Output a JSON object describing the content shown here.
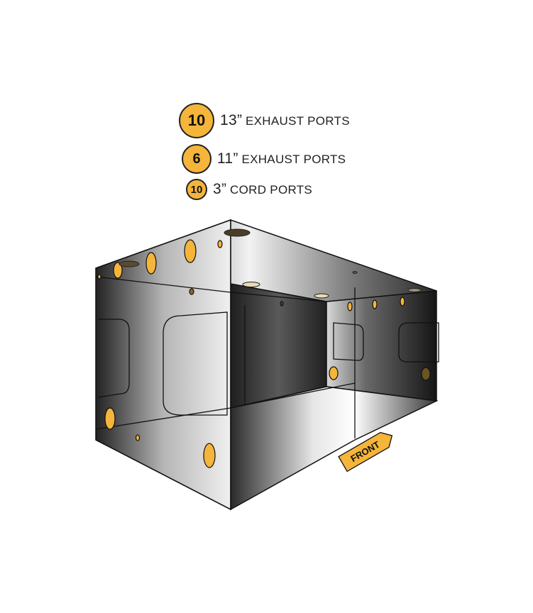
{
  "legend": [
    {
      "count": "10",
      "size": "13”",
      "label": "EXHAUST PORTS"
    },
    {
      "count": "6",
      "size": "11”",
      "label": "EXHAUST PORTS"
    },
    {
      "count": "10",
      "size": "3”",
      "label": "CORD PORTS"
    }
  ],
  "front_label": "FRONT",
  "colors": {
    "port": "#f5b53a",
    "badge": "#f5b53a",
    "outline": "#1a1a1a"
  }
}
